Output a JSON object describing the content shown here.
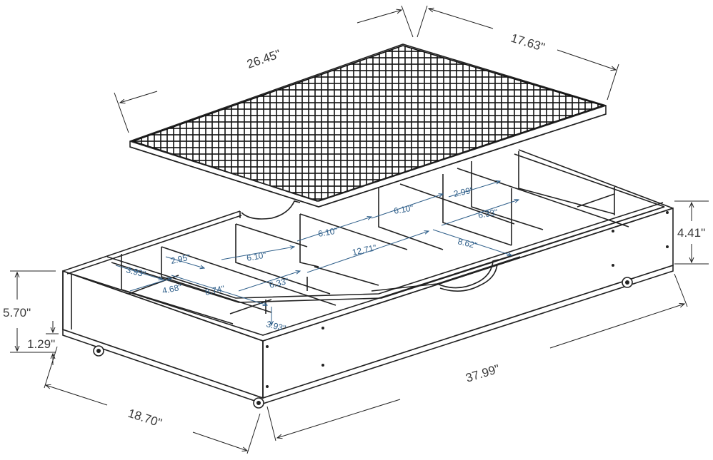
{
  "dimensions": {
    "lid_length": "26.45\"",
    "lid_width": "17.63\"",
    "side_height": "4.41\"",
    "overall_height": "5.70\"",
    "wheel_clearance": "1.29\"",
    "overall_length": "37.99\"",
    "overall_width": "18.70\""
  },
  "compartments": {
    "c1": "2.99\"",
    "c2": "6.10\"",
    "c3": "6.33\"",
    "c4": "6.10\"",
    "c5": "12.71\"",
    "c6": "8.62\"",
    "c7": "6.10\"",
    "c8": "2.95\"",
    "c9": "3.93\"",
    "c10": "4.68\"",
    "c11": "8.74\"",
    "c12": "6.33\"",
    "c13": "3.93\""
  },
  "colors": {
    "line": "#222222",
    "inner_label": "#2f5f8a",
    "outer_label": "#3a3a3a"
  }
}
